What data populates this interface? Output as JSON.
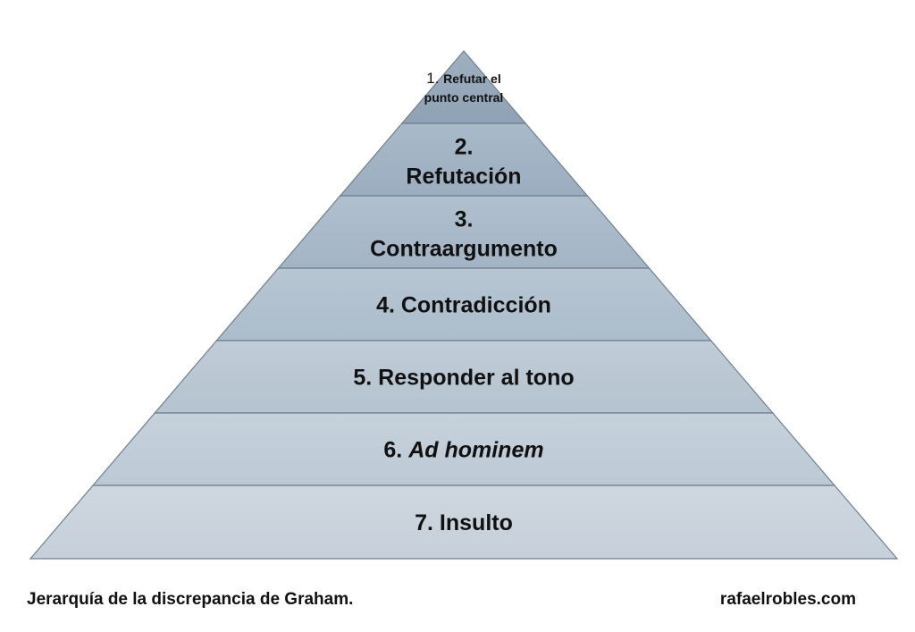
{
  "title": "Jerarquía de la discrepancia de Graham",
  "levels": [
    {
      "number": "1.",
      "lines": [
        "Refutar el",
        "punto central"
      ],
      "color": "#8ea2b5"
    },
    {
      "number": "2.",
      "lines": [
        "Refutación"
      ],
      "number_own_line": true,
      "color": "#9aadbf"
    },
    {
      "number": "3.",
      "lines": [
        "Contraargumento"
      ],
      "number_own_line": true,
      "color": "#a3b4c5"
    },
    {
      "number": "4.",
      "lines": [
        "Contradicción"
      ],
      "color": "#abbccb"
    },
    {
      "number": "5.",
      "lines": [
        "Responder al tono"
      ],
      "color": "#b5c3d0"
    },
    {
      "number": "6.",
      "lines": [
        "Ad hominem"
      ],
      "italic": true,
      "color": "#bcc9d5"
    },
    {
      "number": "7.",
      "lines": [
        "Insulto"
      ],
      "color": "#c6d0da"
    }
  ],
  "footer": {
    "caption": "Jerarquía de la discrepancia de Graham.",
    "site": "rafaelrobles.com"
  },
  "colors": {
    "outline": "#6f7f8f",
    "text": "#111111"
  }
}
